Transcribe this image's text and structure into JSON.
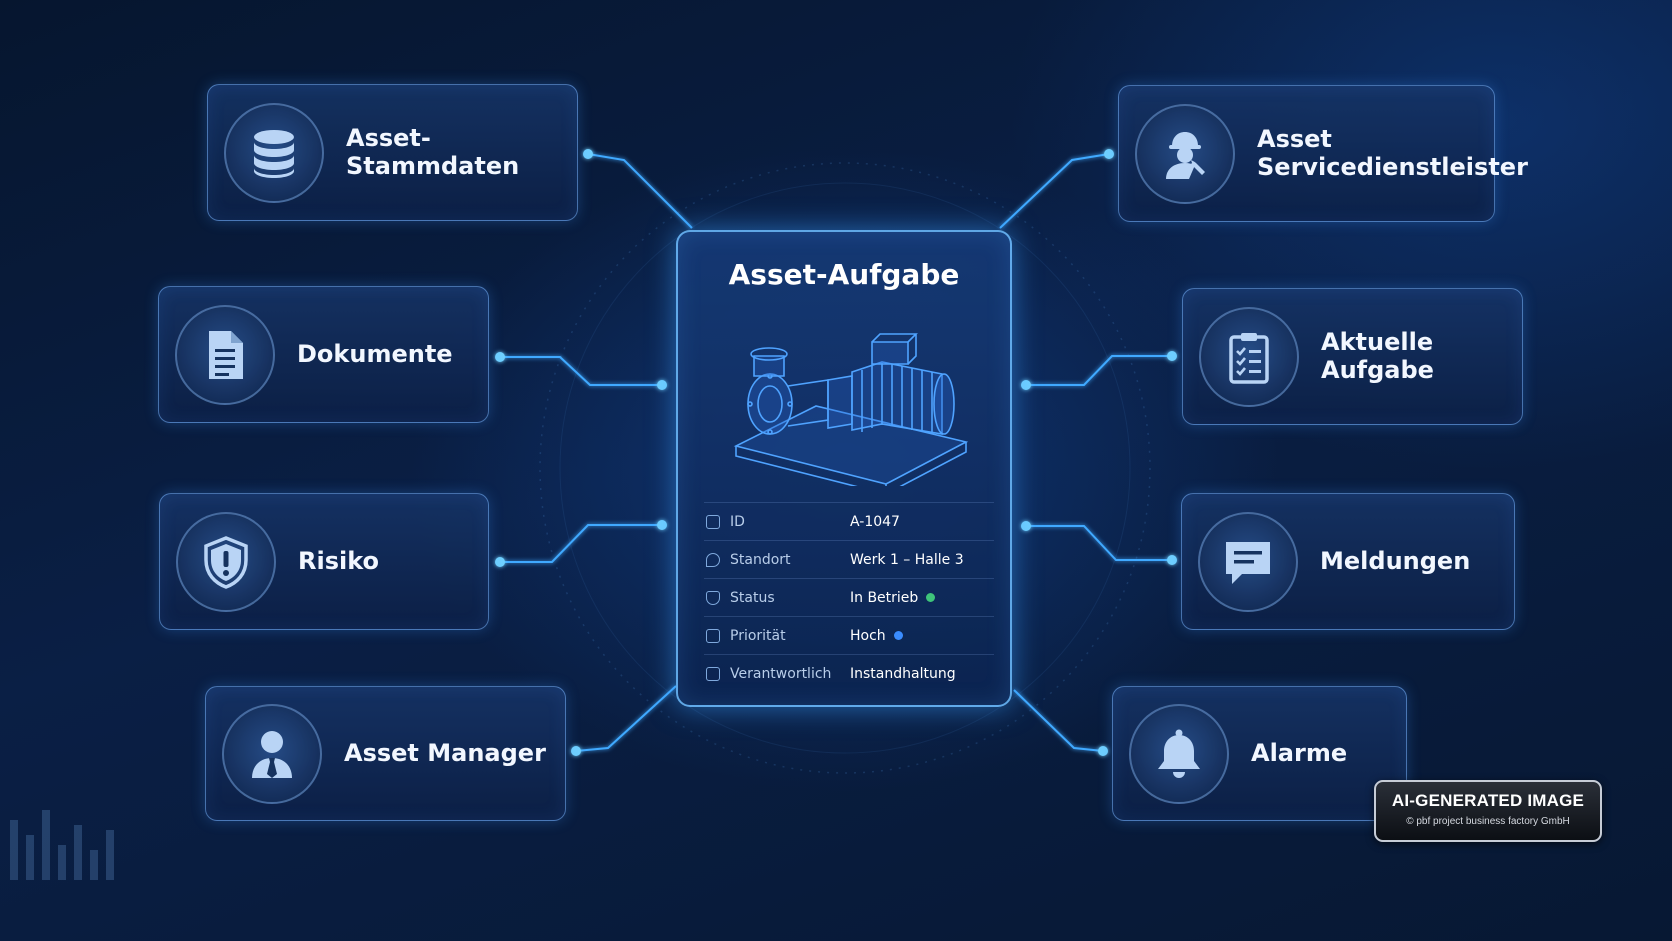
{
  "center": {
    "title": "Asset-Aufgabe",
    "rows": [
      {
        "key": "ID",
        "value": "A-1047",
        "icon": "id-icon"
      },
      {
        "key": "Standort",
        "value": "Werk 1 – Halle 3",
        "icon": "location-icon"
      },
      {
        "key": "Status",
        "value": "In Betrieb",
        "icon": "shield-status-icon",
        "dot_color": "#3ec47a"
      },
      {
        "key": "Priorität",
        "value": "Hoch",
        "icon": "lock-priority-icon",
        "dot_color": "#3a8cff"
      },
      {
        "key": "Verantwortlich",
        "value": "Instandhaltung",
        "icon": "responsible-icon"
      }
    ]
  },
  "nodes": {
    "stammdaten": {
      "label": "Asset-Stammdaten",
      "icon": "database-icon"
    },
    "dokumente": {
      "label": "Dokumente",
      "icon": "document-icon"
    },
    "risiko": {
      "label": "Risiko",
      "icon": "shield-warning-icon"
    },
    "manager": {
      "label": "Asset Manager",
      "icon": "person-icon"
    },
    "dienstleister": {
      "label": "Asset\nServicedienstleister",
      "icon": "worker-icon"
    },
    "aufgabe": {
      "label": "Aktuelle Aufgabe",
      "icon": "clipboard-icon"
    },
    "meldungen": {
      "label": "Meldungen",
      "icon": "chat-icon"
    },
    "alarme": {
      "label": "Alarme",
      "icon": "bell-icon"
    }
  },
  "badge": {
    "title": "AI-GENERATED IMAGE",
    "subtitle": "© pbf project business factory GmbH"
  },
  "colors": {
    "accent": "#4fb6ff",
    "icon": "#b9d4f5"
  }
}
